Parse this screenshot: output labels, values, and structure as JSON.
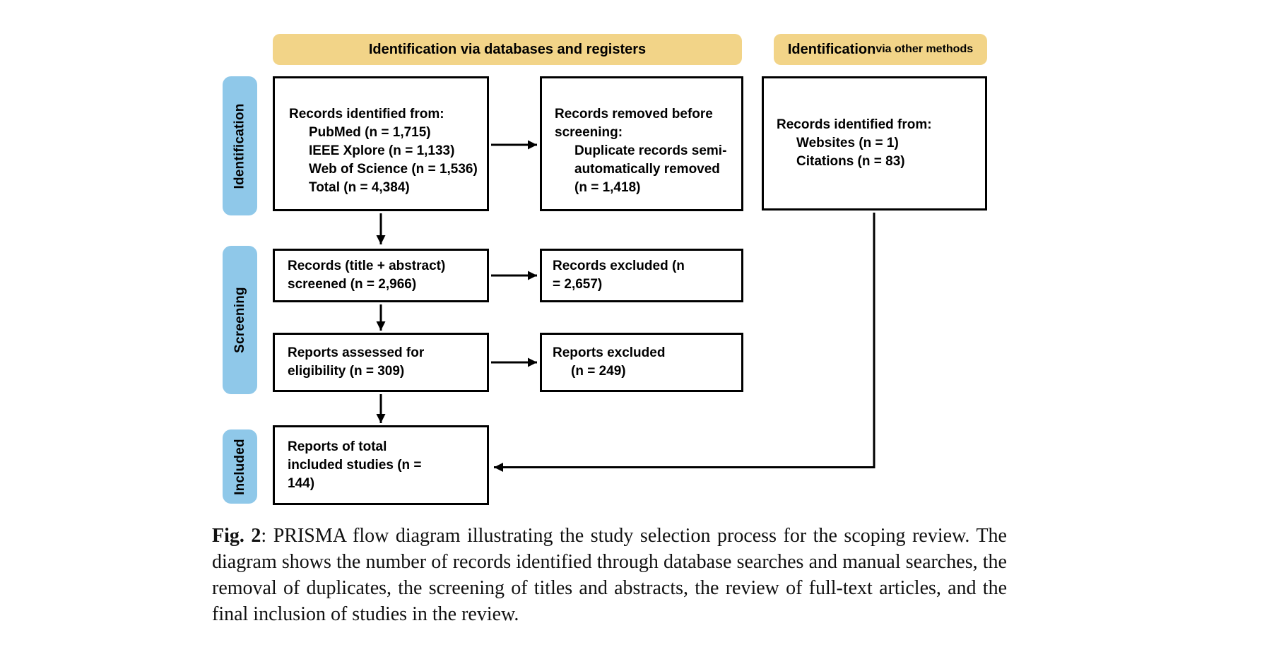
{
  "colors": {
    "tan": "#F2D488",
    "blue": "#8FC8E9",
    "ink": "#000000",
    "paper": "#FFFFFF"
  },
  "headers": {
    "databases": "Identification via databases and registers",
    "other": {
      "bold": "Identification",
      "rest": " via other methods"
    }
  },
  "stages": {
    "identification": "Identification",
    "screening": "Screening",
    "included": "Included"
  },
  "boxes": {
    "records_identified": {
      "label": "Records identified from:",
      "items": [
        "PubMed (n = 1,715)",
        "IEEE Xplore (n = 1,133)",
        "Web of Science (n = 1,536)",
        "Total (n = 4,384)"
      ]
    },
    "records_removed": {
      "label": "Records removed before screening:",
      "items": [
        "Duplicate records semi-automatically removed (n = 1,418)"
      ]
    },
    "other_identified": {
      "label": "Records identified from:",
      "items": [
        "Websites (n = 1)",
        "Citations (n = 83)"
      ]
    },
    "records_screened": {
      "label": "Records (title + abstract) screened (n = 2,966)"
    },
    "records_excluded": {
      "label": "Records excluded (n = 2,657)"
    },
    "reports_assessed": {
      "label": "Reports assessed for eligibility (n = 309)"
    },
    "reports_excluded": {
      "label": "Reports excluded",
      "count": "(n = 249)"
    },
    "reports_included": {
      "label": "Reports of total included studies (n = 144)"
    }
  },
  "caption": {
    "label": "Fig. 2",
    "text": ": PRISMA flow diagram illustrating the study selection process for the scoping review. The diagram shows the number of records identified through database searches and manual searches, the removal of duplicates, the screening of titles and abstracts, the review of full-text articles, and the final inclusion of studies in the review."
  }
}
